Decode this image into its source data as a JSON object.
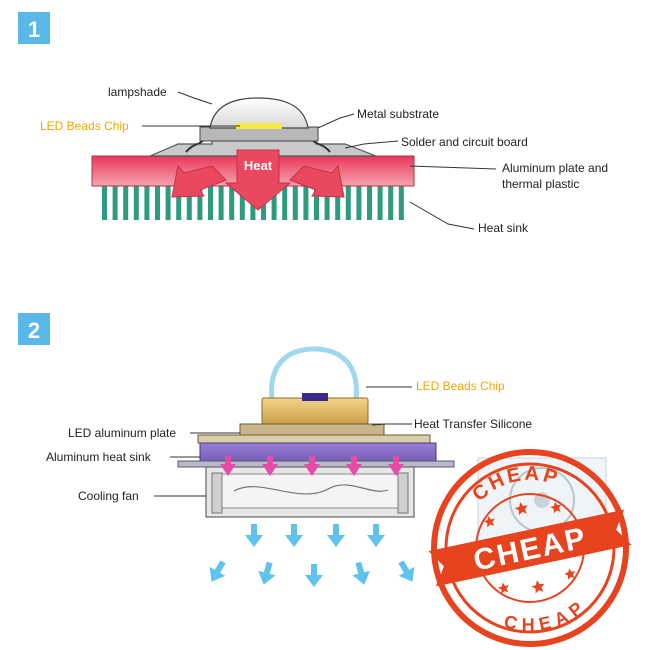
{
  "step1": {
    "number": "1",
    "labels": {
      "lampshade": "lampshade",
      "led_chip": "LED Beads Chip",
      "metal_substrate": "Metal substrate",
      "solder": "Solder and circuit board",
      "aluminum_plate_1": "Aluminum plate and",
      "aluminum_plate_2": "thermal plastic",
      "heat_sink": "Heat sink",
      "heat_arrow": "Heat"
    }
  },
  "step2": {
    "number": "2",
    "labels": {
      "led_chip": "LED Beads Chip",
      "heat_transfer": "Heat Transfer Silicone",
      "aluminum_plate": "LED aluminum plate",
      "heat_sink": "Aluminum heat sink",
      "cooling_fan": "Cooling fan"
    }
  },
  "stamp": {
    "center": "CHEAP",
    "top": "CHEAP",
    "bottom": "CHEAP",
    "color": "#e8431f"
  },
  "colors": {
    "badge": "#5ab8e8",
    "fin": "#2e9a7e",
    "plate_red": "#e8445a",
    "heat_sink_purple": "#8a6fc4",
    "arrow_blue": "#5fc3ee"
  }
}
